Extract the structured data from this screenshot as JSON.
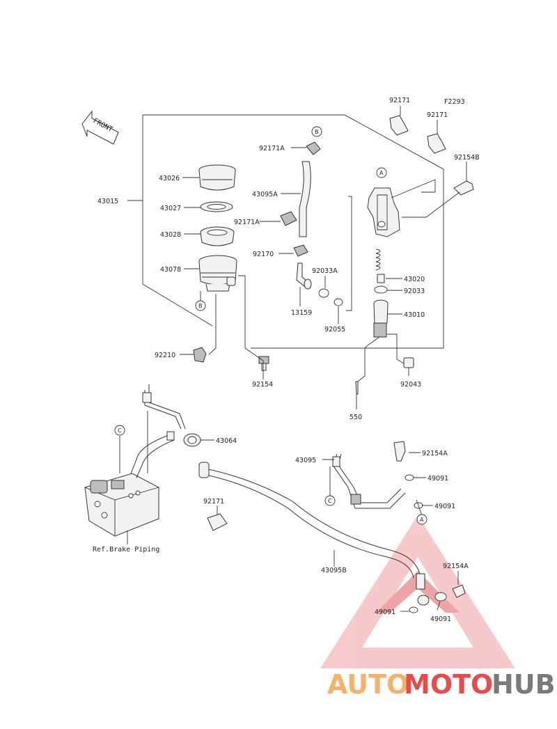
{
  "diagram_code": "F2293",
  "front_label": "FRONT",
  "parts": {
    "p43015": "43015",
    "p43026": "43026",
    "p43027": "43027",
    "p43028": "43028",
    "p43078": "43078",
    "p92210": "92210",
    "p92154": "92154",
    "p92171A_top": "92171A",
    "p43095A": "43095A",
    "p92171A_mid": "92171A",
    "p92170": "92170",
    "p92033A": "92033A",
    "p13159": "13159",
    "p92055": "92055",
    "p92171_a": "92171",
    "p92171_b": "92171",
    "p92154B": "92154B",
    "p43020": "43020",
    "p92033": "92033",
    "p43010": "43010",
    "p92043": "92043",
    "p550": "550",
    "p43064": "43064",
    "p43095": "43095",
    "p92154A_top": "92154A",
    "p49091_a": "49091",
    "p49091_b": "49091",
    "p92171_low": "92171",
    "p43095B": "43095B",
    "p92154A_low": "92154A",
    "p49091_c": "49091",
    "p49091_d": "49091"
  },
  "ref_label": "Ref.Brake Piping",
  "callouts": {
    "a1": "A",
    "a2": "A",
    "b1": "B",
    "b2": "B",
    "c1": "C",
    "c2": "C"
  },
  "watermark": {
    "part1": "AUTO",
    "part2": "MOTO",
    "part3": "HUB",
    "color1": "#f5b26b",
    "color2": "#e94b4b",
    "color3": "#7a7a7a"
  }
}
